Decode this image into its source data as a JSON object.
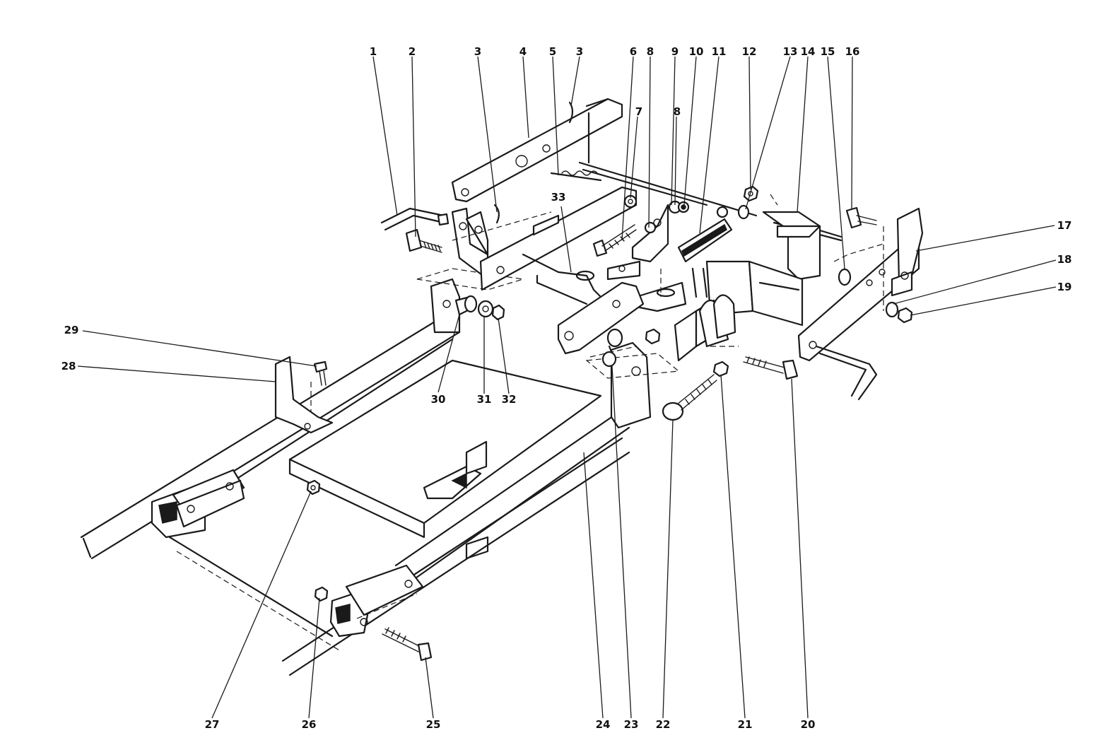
{
  "diagram": {
    "callouts": [
      "1",
      "2",
      "3",
      "4",
      "5",
      "3",
      "6",
      "7",
      "8",
      "8",
      "9",
      "10",
      "11",
      "12",
      "13",
      "14",
      "15",
      "16",
      "17",
      "18",
      "19",
      "20",
      "21",
      "22",
      "23",
      "24",
      "25",
      "26",
      "27",
      "28",
      "29",
      "30",
      "31",
      "32",
      "33"
    ]
  }
}
